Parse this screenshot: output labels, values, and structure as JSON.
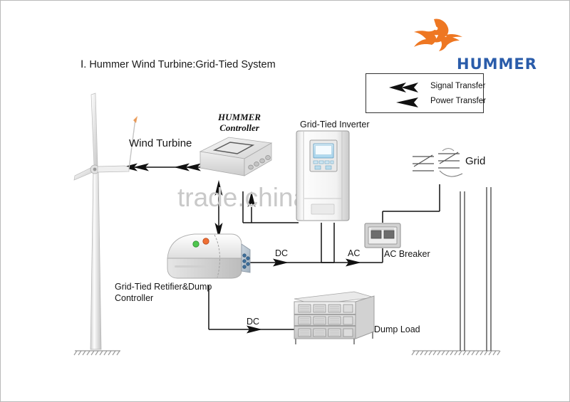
{
  "page": {
    "background": "#ffffff",
    "border_color": "#b9b9b9",
    "watermark": "trade.china.cn"
  },
  "brand": {
    "name": "HUMMER",
    "logo_icon": "hummingbird-icon",
    "text_color": "#2a5caa",
    "bird_color": "#ee7722"
  },
  "title": "Ⅰ. Hummer Wind Turbine:Grid-Tied System",
  "legend": {
    "items": [
      {
        "label": "Signal Transfer",
        "arrow": "double"
      },
      {
        "label": "Power Transfer",
        "arrow": "single"
      }
    ]
  },
  "devices": {
    "turbine": {
      "label": "Wind Turbine",
      "icon": "wind-turbine-icon"
    },
    "controller": {
      "label_line1": "HUMMER",
      "label_line2": "Controller",
      "icon": "controller-box-icon"
    },
    "inverter": {
      "label": "Grid-Tied Inverter",
      "icon": "inverter-cabinet-icon",
      "screen_color": "#bfe3f5"
    },
    "rectifier": {
      "label_line1": "Grid-Tied Retifier&Dump",
      "label_line2": "Controller",
      "icon": "rectifier-unit-icon",
      "led_green": "#36b537",
      "led_orange": "#e8622a"
    },
    "breaker": {
      "label": "AC Breaker",
      "icon": "ac-breaker-icon"
    },
    "dumpload": {
      "label": "Dump Load",
      "icon": "dump-load-rack-icon"
    },
    "grid": {
      "label": "Grid",
      "icon": "transmission-tower-icon"
    }
  },
  "wire_labels": {
    "dc_upper": "DC",
    "dc_lower": "DC",
    "ac": "AC"
  }
}
